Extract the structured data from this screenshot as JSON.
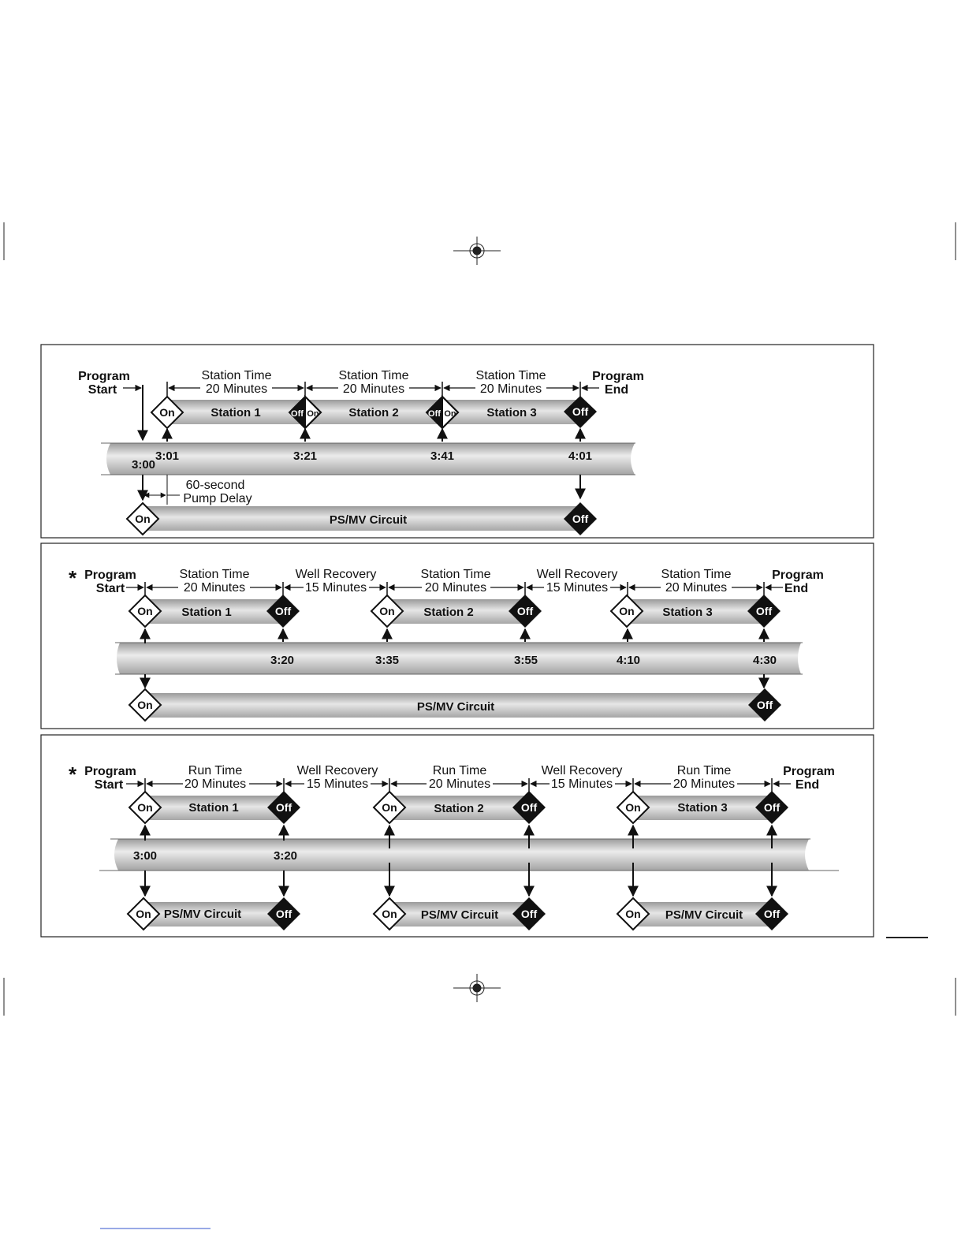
{
  "panel1": {
    "program_start": [
      "Program",
      "Start"
    ],
    "program_end": [
      "Program",
      "End"
    ],
    "station_time": [
      "Station Time",
      "20 Minutes"
    ],
    "stations": [
      "Station 1",
      "Station 2",
      "Station 3"
    ],
    "times": [
      "3:00",
      "3:01",
      "3:21",
      "3:41",
      "4:01"
    ],
    "pump_delay": [
      "60-second",
      "Pump  Delay"
    ],
    "circuit": "PS/MV Circuit",
    "on": "On",
    "off": "Off"
  },
  "panel2": {
    "asterisk": "*",
    "program_start": [
      "Program",
      "Start"
    ],
    "program_end": [
      "Program",
      "End"
    ],
    "station_time": [
      "Station Time",
      "20 Minutes"
    ],
    "well_recovery": [
      "Well Recovery",
      "15 Minutes"
    ],
    "stations": [
      "Station 1",
      "Station 2",
      "Station 3"
    ],
    "times": [
      "3:20",
      "3:35",
      "3:55",
      "4:10",
      "4:30"
    ],
    "circuit": "PS/MV Circuit",
    "on": "On",
    "off": "Off"
  },
  "panel3": {
    "asterisk": "*",
    "program_start": [
      "Program",
      "Start"
    ],
    "program_end": [
      "Program",
      "End"
    ],
    "run_time": [
      "Run Time",
      "20 Minutes"
    ],
    "well_recovery": [
      "Well Recovery",
      "15 Minutes"
    ],
    "stations": [
      "Station 1",
      "Station 2",
      "Station 3"
    ],
    "times": [
      "3:00",
      "3:20"
    ],
    "circuit": "PS/MV Circuit",
    "on": "On",
    "off": "Off"
  }
}
